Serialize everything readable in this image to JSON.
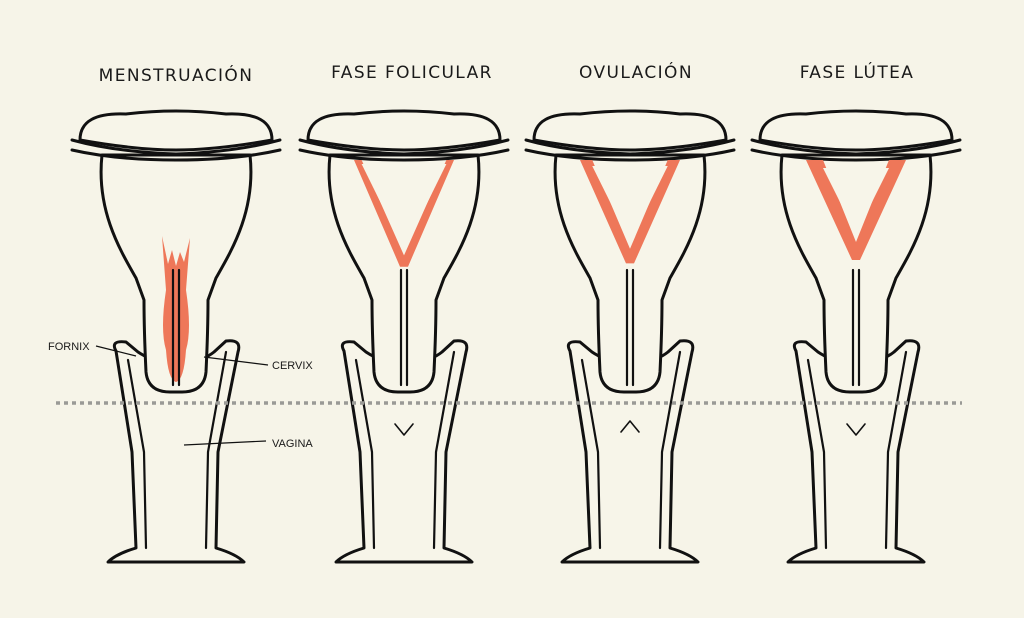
{
  "colors": {
    "background": "#f6f4e8",
    "endometrium": "#ee7759",
    "outline": "#111111",
    "baseline": "#9a9a96"
  },
  "phases": [
    {
      "title": "MENSTRUACIÓN",
      "lining_level": 0.0,
      "cervix_marker": "none"
    },
    {
      "title": "FASE FOLICULAR",
      "lining_level": 0.33,
      "cervix_marker": "down-chevron"
    },
    {
      "title": "OVULACIÓN",
      "lining_level": 0.66,
      "cervix_marker": "up-chevron"
    },
    {
      "title": "FASE LÚTEA",
      "lining_level": 1.0,
      "cervix_marker": "down-chevron"
    }
  ],
  "labels": {
    "fornix": "FORNIX",
    "cervix": "CERVIX",
    "vagina": "VAGINA"
  },
  "baseline_style": "dotted"
}
